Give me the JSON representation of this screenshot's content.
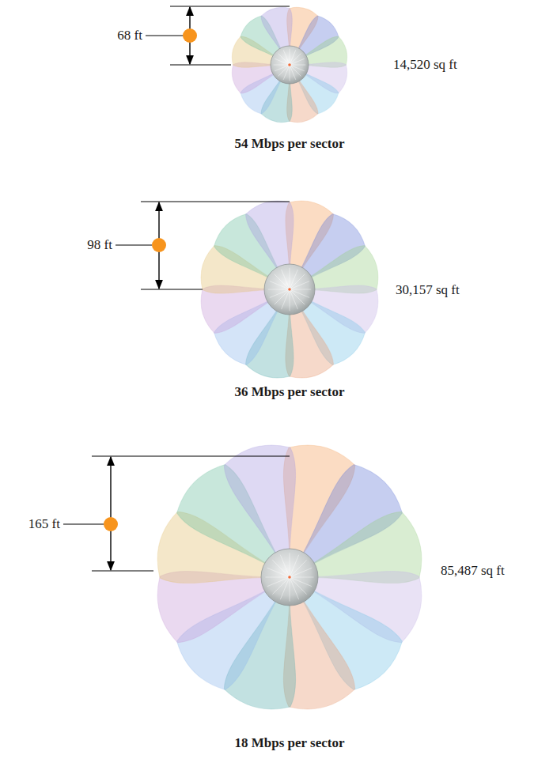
{
  "diagram": {
    "labels": [
      "68 ft",
      "14,520 sq ft",
      "54 Mbps per sector",
      "98 ft",
      "30,157 sq ft",
      "36 Mbps per sector",
      "165 ft",
      "85,487 sq ft",
      "18 Mbps per sector"
    ]
  }
}
